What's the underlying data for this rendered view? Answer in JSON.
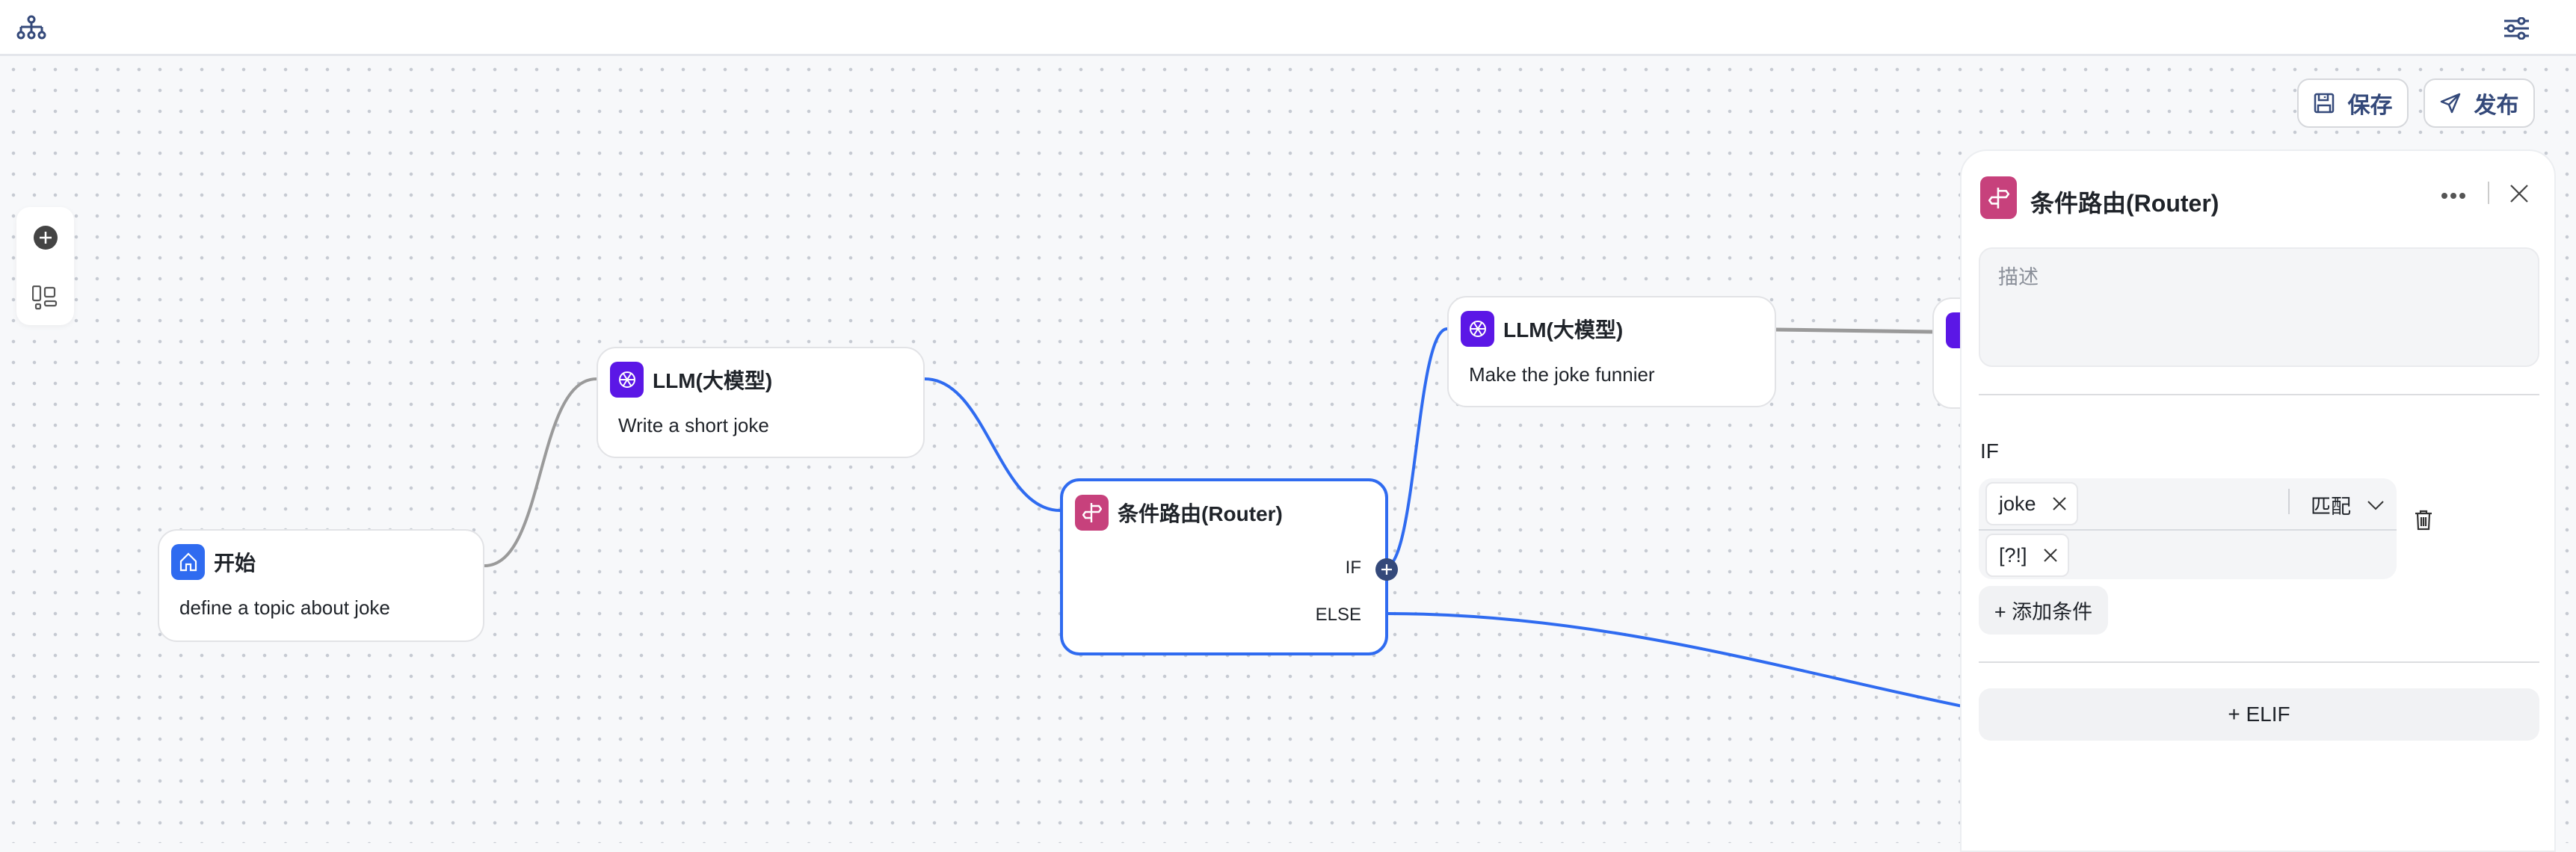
{
  "topbar": {
    "left_icon": "hierarchy-icon",
    "right_icon": "sliders-icon"
  },
  "toolbar": {
    "save_label": "保存",
    "publish_label": "发布"
  },
  "left_tools": [
    "add-node-icon",
    "layout-icon"
  ],
  "nodes": {
    "start": {
      "title": "开始",
      "body": "define a topic about joke",
      "color": "#2f6bf0"
    },
    "llm1": {
      "title": "LLM(大模型)",
      "body": "Write a short joke",
      "color": "#5b17e6"
    },
    "router": {
      "title": "条件路由(Router)",
      "if_label": "IF",
      "else_label": "ELSE",
      "color": "#c7417c"
    },
    "llm2": {
      "title": "LLM(大模型)",
      "body": "Make the joke funnier",
      "color": "#5b17e6"
    }
  },
  "panel": {
    "title": "条件路由(Router)",
    "description_placeholder": "描述",
    "if_label": "IF",
    "condition": {
      "variable": "joke",
      "operator": "匹配",
      "value": "[?!]"
    },
    "add_condition_label": "+ 添加条件",
    "elif_label": "+ ELIF"
  },
  "colors": {
    "accent": "#2f6bf0",
    "edge_gray": "#9a9a9a",
    "nav": "#34497a"
  }
}
